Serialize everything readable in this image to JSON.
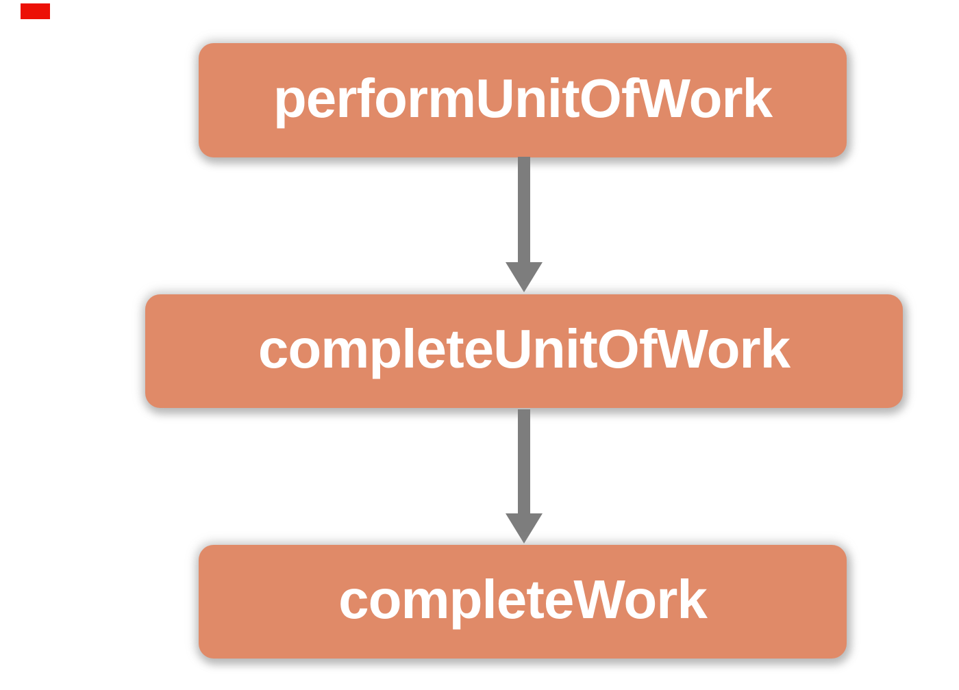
{
  "diagram": {
    "type": "flowchart",
    "direction": "top-down",
    "nodes": [
      {
        "id": "performUnitOfWork",
        "label": "performUnitOfWork"
      },
      {
        "id": "completeUnitOfWork",
        "label": "completeUnitOfWork"
      },
      {
        "id": "completeWork",
        "label": "completeWork"
      }
    ],
    "edges": [
      {
        "from": "performUnitOfWork",
        "to": "completeUnitOfWork"
      },
      {
        "from": "completeUnitOfWork",
        "to": "completeWork"
      }
    ]
  },
  "colors": {
    "node_fill": "#e08a68",
    "node_text": "#ffffff",
    "arrow": "#7d7d7d",
    "background": "#ffffff",
    "marker": "#ec1006"
  }
}
